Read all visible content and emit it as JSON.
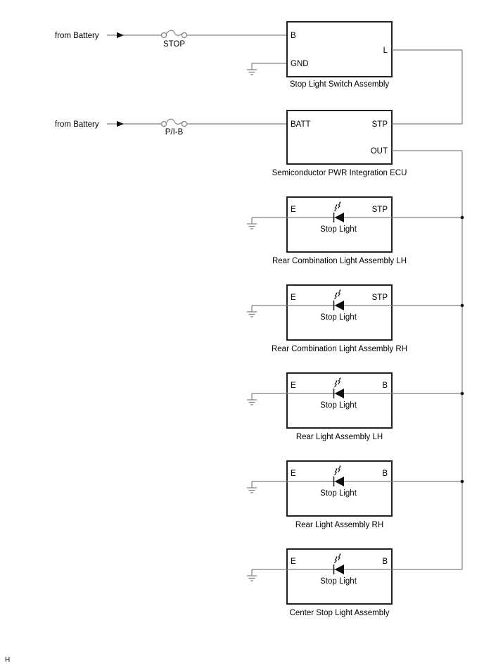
{
  "colors": {
    "background": "#ffffff",
    "wire": "#7f7f7f",
    "box_border": "#222222",
    "text": "#000000",
    "symbol_fill": "#111111"
  },
  "feeds": [
    {
      "source": "from Battery",
      "fuse": "STOP"
    },
    {
      "source": "from Battery",
      "fuse": "P/I-B"
    }
  ],
  "switch": {
    "caption": "Stop Light Switch Assembly",
    "pin_b": "B",
    "pin_gnd": "GND",
    "pin_l": "L"
  },
  "ecu": {
    "caption": "Semiconductor PWR Integration ECU",
    "pin_batt": "BATT",
    "pin_stp": "STP",
    "pin_out": "OUT"
  },
  "lights": [
    {
      "caption": "Rear Combination Light Assembly LH",
      "pin_left": "E",
      "pin_right": "STP",
      "label": "Stop Light"
    },
    {
      "caption": "Rear Combination Light Assembly RH",
      "pin_left": "E",
      "pin_right": "STP",
      "label": "Stop Light"
    },
    {
      "caption": "Rear Light Assembly LH",
      "pin_left": "E",
      "pin_right": "B",
      "label": "Stop Light"
    },
    {
      "caption": "Rear Light Assembly RH",
      "pin_left": "E",
      "pin_right": "B",
      "label": "Stop Light"
    },
    {
      "caption": "Center Stop Light Assembly",
      "pin_left": "E",
      "pin_right": "B",
      "label": "Stop Light"
    }
  ],
  "page_marker": "H"
}
